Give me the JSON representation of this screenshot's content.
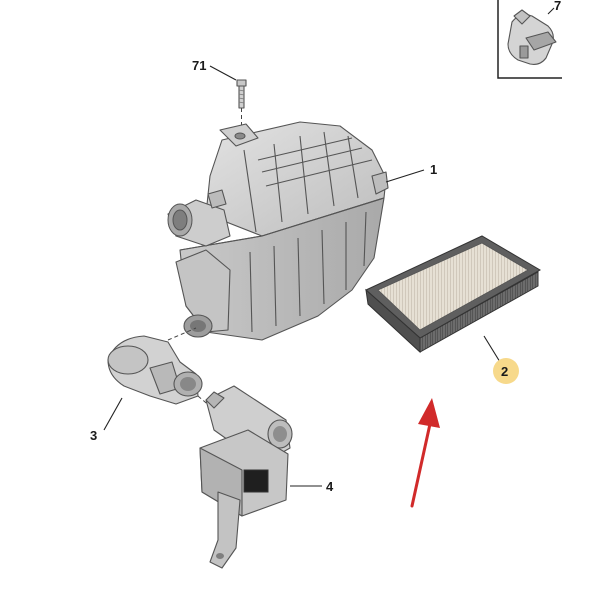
{
  "diagram": {
    "labels": {
      "airbox_housing": "1",
      "air_filter": "2",
      "intake_duct": "3",
      "sensor_bracket": "4",
      "bolt": "71",
      "inset_clip": "7"
    },
    "colors": {
      "part_fill": "#d6d6d6",
      "part_shade": "#b8b8b8",
      "part_dark": "#8f8f8f",
      "filter_frame": "#5f5f5f",
      "filter_media": "#e3ddd2",
      "highlight_badge": "#f7d98b",
      "arrow": "#d12a2a"
    },
    "icons": [
      "red-arrow-icon"
    ]
  }
}
